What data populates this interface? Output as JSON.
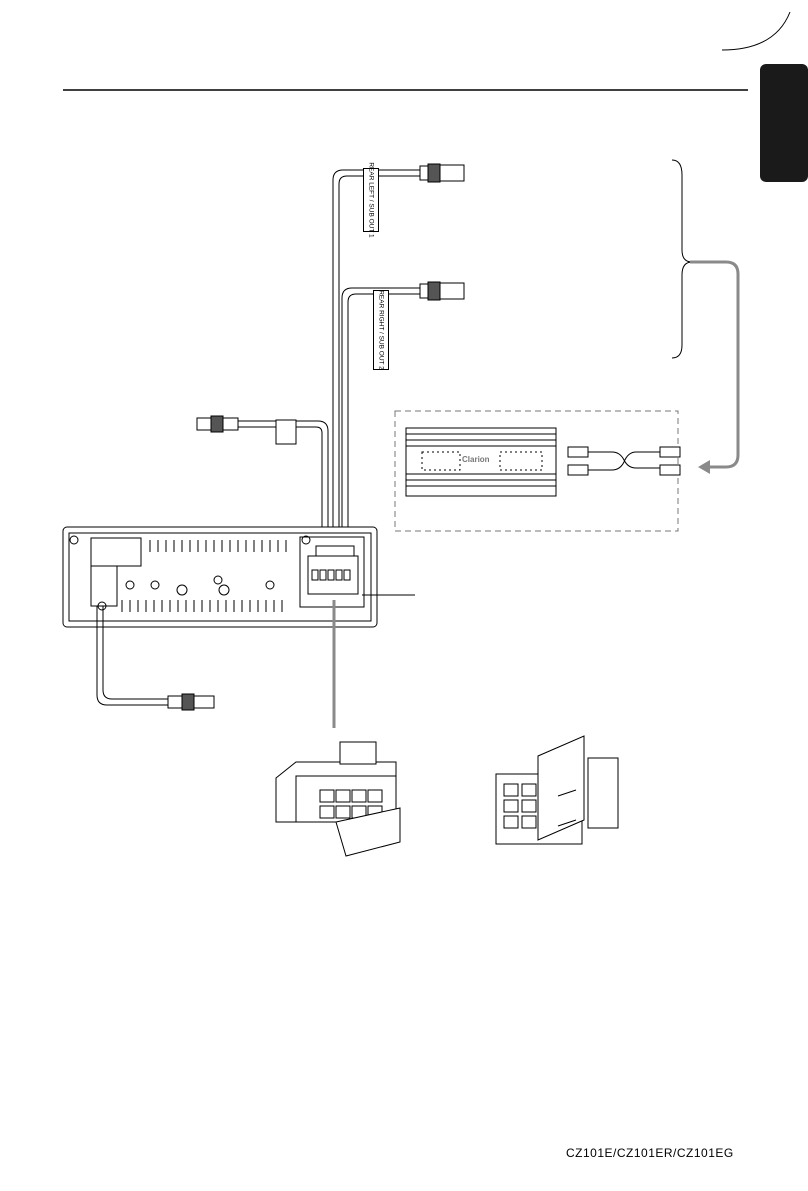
{
  "labels": {
    "rear_left": "REAR LEFT / SUB OUT 1",
    "rear_right": "REAR RIGHT / SUB OUT 2",
    "amp_brand": "Clarion",
    "model": "CZ101E/CZ101ER/CZ101EG"
  },
  "colors": {
    "line": "#000000",
    "arrow": "#8a8a8a",
    "tab": "#1a1a1a"
  }
}
